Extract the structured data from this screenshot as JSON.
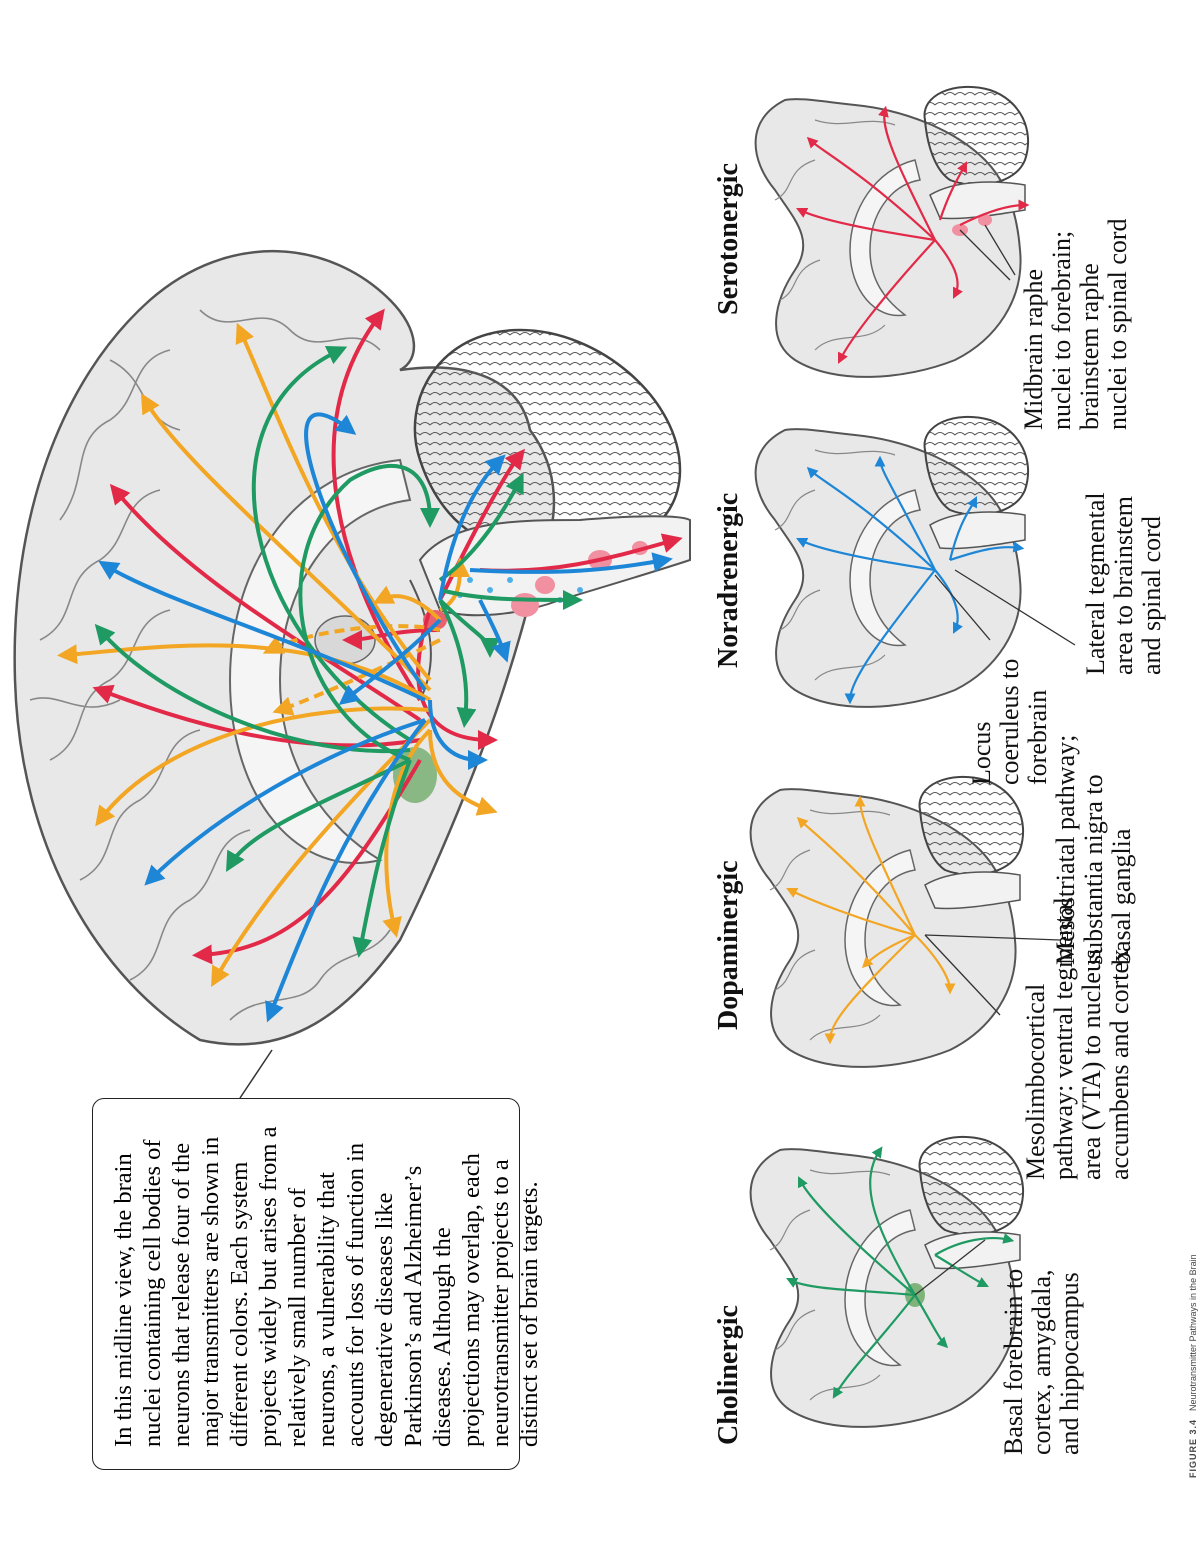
{
  "caption": "In this midline view, the brain nuclei containing cell bodies of neurons that release four of the major transmitters are shown in different colors. Each system projects widely but arises from a relatively small number of neurons, a vulnerability that accounts for loss of function in degenerative diseases like Parkinson’s and Alzheimer’s diseases. Although the projections may overlap, each neurotransmitter projects to a distinct set of brain targets.",
  "panels": [
    {
      "title": "Cholinergic",
      "labels": [
        "Basal forebrain to cortex, amygdala, and hippocampus"
      ]
    },
    {
      "title": "Dopaminergic",
      "labels": [
        "Mesolimbocortical pathway: ventral tegmental area (VTA) to nucleus accumbens and cortex",
        "Mesostriatal pathway; substantia nigra to basal ganglia"
      ]
    },
    {
      "title": "Noradrenergic",
      "labels": [
        "Locus coeruleus to forebrain",
        "Lateral tegmental area to brainstem and spinal cord"
      ]
    },
    {
      "title": "Serotonergic",
      "labels": [
        "Midbrain raphe nuclei to forebrain; brainstem raphe nuclei to spinal cord"
      ]
    }
  ],
  "figure": {
    "number": "FIGURE 3.4",
    "title": "Neurotransmitter Pathways in the Brain"
  },
  "colors": {
    "cholinergic": "#1f9a62",
    "dopaminergic": "#f2a623",
    "noradrenergic": "#1d86d6",
    "serotonergic": "#e22a48",
    "brain_fill": "#e8e8e8",
    "brain_outline": "#555555",
    "cerebellum": "#8c8c8c"
  }
}
